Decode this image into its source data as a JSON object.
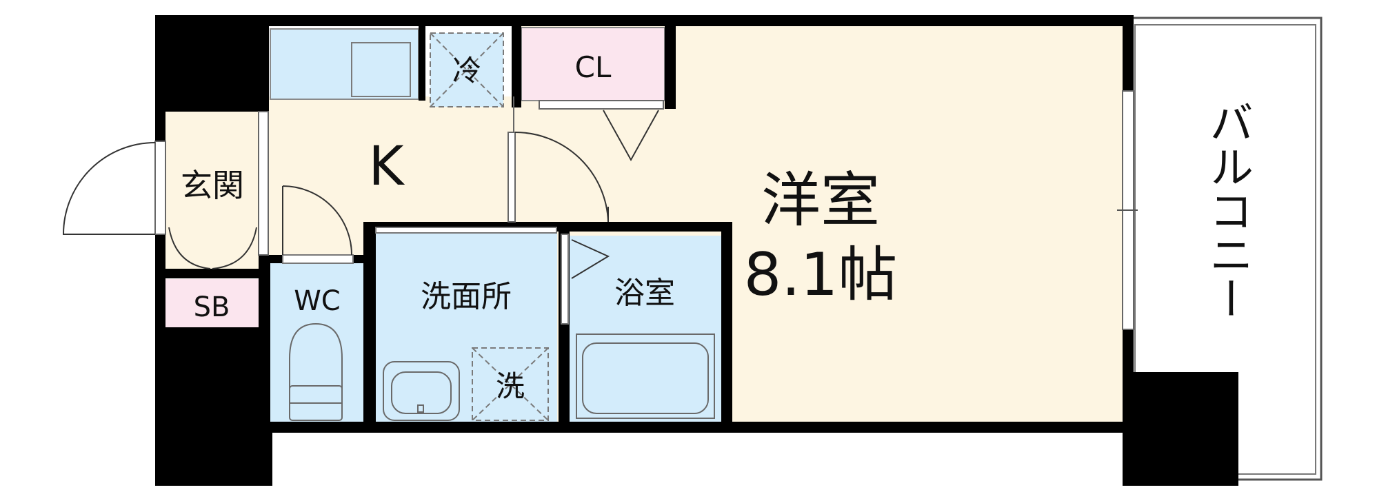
{
  "rooms": {
    "western_room": {
      "name": "洋室",
      "size": "8.1帖"
    },
    "kitchen": "K",
    "entrance": "玄関",
    "shoe_box": "SB",
    "toilet": "WC",
    "washroom": "洗面所",
    "bathroom": "浴室",
    "closet": "CL",
    "balcony": "バルコニー"
  },
  "fixtures": {
    "refrigerator": "冷",
    "washing_machine": "洗"
  },
  "colors": {
    "wall": "#000000",
    "room_floor": "#fdf5e2",
    "wet_area": "#d3ecfb",
    "closet_storage": "#fbe5ee",
    "fixture_outline": "#7a7a7a"
  }
}
